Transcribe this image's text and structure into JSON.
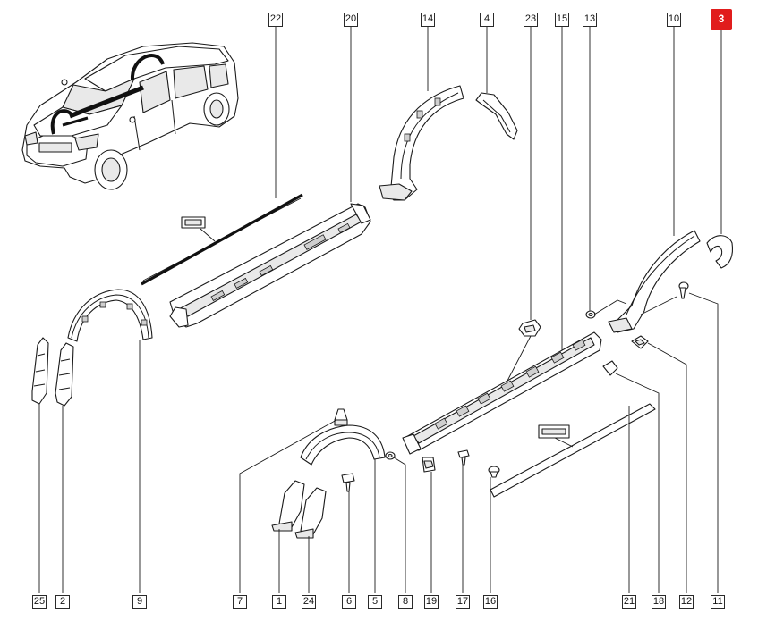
{
  "callouts": [
    {
      "id": "22",
      "label": "22"
    },
    {
      "id": "20",
      "label": "20"
    },
    {
      "id": "14",
      "label": "14"
    },
    {
      "id": "4",
      "label": "4"
    },
    {
      "id": "23",
      "label": "23"
    },
    {
      "id": "15",
      "label": "15"
    },
    {
      "id": "13",
      "label": "13"
    },
    {
      "id": "10",
      "label": "10"
    },
    {
      "id": "3",
      "label": "3",
      "highlighted": true
    },
    {
      "id": "25",
      "label": "25"
    },
    {
      "id": "2",
      "label": "2"
    },
    {
      "id": "9",
      "label": "9"
    },
    {
      "id": "7",
      "label": "7"
    },
    {
      "id": "1",
      "label": "1"
    },
    {
      "id": "24",
      "label": "24"
    },
    {
      "id": "6",
      "label": "6"
    },
    {
      "id": "5",
      "label": "5"
    },
    {
      "id": "8",
      "label": "8"
    },
    {
      "id": "19",
      "label": "19"
    },
    {
      "id": "17",
      "label": "17"
    },
    {
      "id": "16",
      "label": "16"
    },
    {
      "id": "21",
      "label": "21"
    },
    {
      "id": "18",
      "label": "18"
    },
    {
      "id": "12",
      "label": "12"
    },
    {
      "id": "11",
      "label": "11"
    }
  ],
  "colors": {
    "highlight": "#e11d1d",
    "line": "#1a1a1a",
    "background": "#ffffff"
  }
}
